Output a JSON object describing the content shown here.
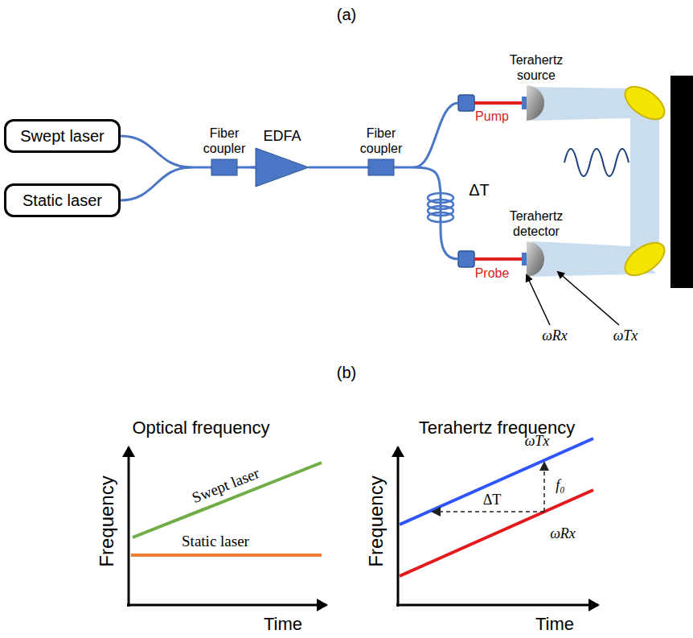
{
  "diagram": {
    "nodes": [
      {
        "text": [
          "Swept laser"
        ]
      },
      {
        "text": [
          "Static laser"
        ]
      },
      {
        "text": [
          "Fiber coupler"
        ]
      },
      {
        "text": [
          "EDFA"
        ]
      },
      {
        "text": [
          "Fiber coupler"
        ]
      },
      {
        "text": [
          "Terahertz source"
        ]
      },
      {
        "text": [
          "Terahertz detector"
        ]
      }
    ],
    "edges": [
      {
        "from": 0,
        "to": 2,
        "arrow": "none"
      },
      {
        "from": 1,
        "to": 2,
        "arrow": "none"
      },
      {
        "from": 2,
        "to": 3,
        "arrow": "none"
      },
      {
        "from": 3,
        "to": 4,
        "arrow": "none"
      },
      {
        "from": 4,
        "to": 5,
        "arrow": "none"
      },
      {
        "from": 4,
        "to": 6,
        "label": "ΔT",
        "arrow": "none"
      }
    ],
    "labels": [
      "(a)",
      "Pump",
      "Probe",
      "ωRx",
      "ωTx",
      "(b)",
      "Optical frequency",
      "Frequency",
      "Time",
      "Swept laser",
      "Static laser",
      "Terahertz frequency",
      "Frequency",
      "Time",
      "ωTx",
      "f₀",
      "ΔT",
      "ωRx"
    ]
  }
}
